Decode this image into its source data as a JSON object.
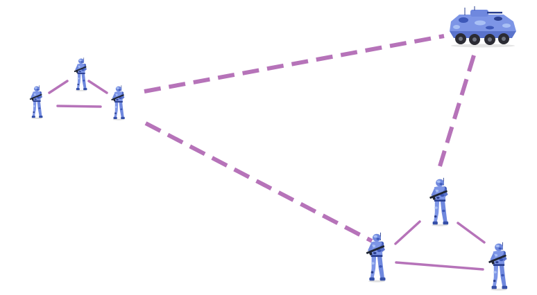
{
  "colors": {
    "link": "#b673b9",
    "camo_base": "#7d95e6",
    "camo_light": "#a9c0f5",
    "camo_dark": "#3d58b8",
    "camo_shadow": "#2a3f8f",
    "tire": "#2b2b33"
  },
  "nodes": [
    {
      "id": "squad-a-soldier-top",
      "kind": "soldier-icon"
    },
    {
      "id": "squad-a-soldier-left",
      "kind": "soldier-icon"
    },
    {
      "id": "squad-a-soldier-right",
      "kind": "soldier-icon"
    },
    {
      "id": "armored-vehicle",
      "kind": "armored-vehicle-icon"
    },
    {
      "id": "squad-b-soldier-top",
      "kind": "soldier-icon"
    },
    {
      "id": "squad-b-soldier-left",
      "kind": "soldier-icon"
    },
    {
      "id": "squad-b-soldier-right",
      "kind": "soldier-icon"
    }
  ],
  "links": [
    {
      "from": "squad-a-soldier-top",
      "to": "squad-a-soldier-left",
      "style": "solid"
    },
    {
      "from": "squad-a-soldier-top",
      "to": "squad-a-soldier-right",
      "style": "solid"
    },
    {
      "from": "squad-a-soldier-left",
      "to": "squad-a-soldier-right",
      "style": "solid"
    },
    {
      "from": "squad-a-soldier-right",
      "to": "armored-vehicle",
      "style": "dashed"
    },
    {
      "from": "squad-a-soldier-right",
      "to": "squad-b-soldier-left",
      "style": "dashed"
    },
    {
      "from": "armored-vehicle",
      "to": "squad-b-soldier-top",
      "style": "dashed"
    },
    {
      "from": "squad-b-soldier-top",
      "to": "squad-b-soldier-left",
      "style": "solid"
    },
    {
      "from": "squad-b-soldier-top",
      "to": "squad-b-soldier-right",
      "style": "solid"
    },
    {
      "from": "squad-b-soldier-left",
      "to": "squad-b-soldier-right",
      "style": "solid"
    }
  ]
}
